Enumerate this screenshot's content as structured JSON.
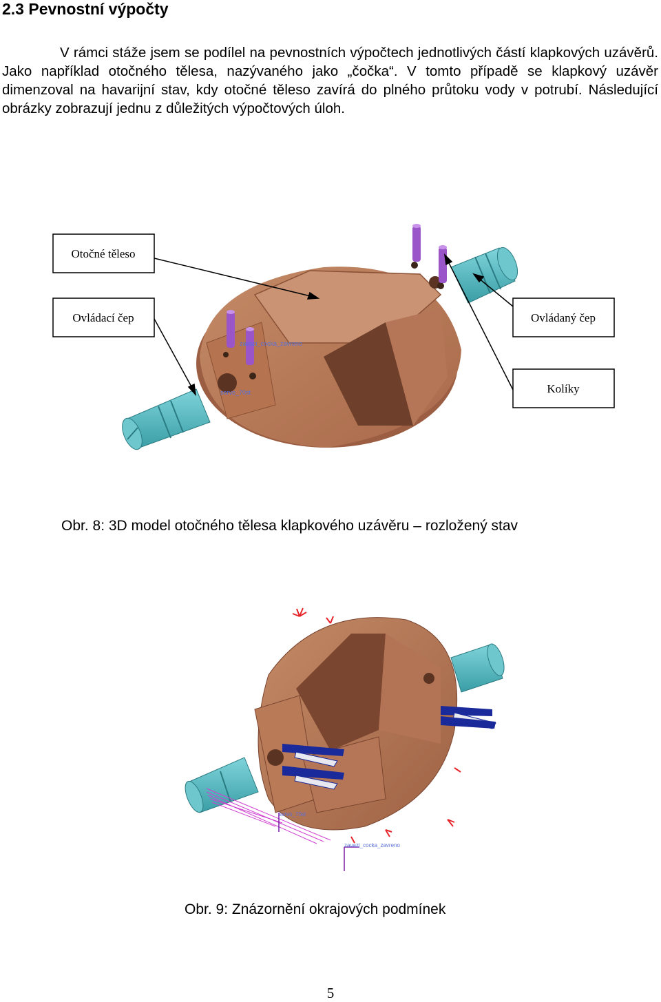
{
  "section": {
    "heading": "2.3 Pevnostní výpočty"
  },
  "body": {
    "paragraph": "V rámci stáže jsem se podílel na pevnostních výpočtech jednotlivých částí klapkových uzávěrů. Jako například otočného tělesa, nazývaného jako „čočka“. V tomto případě se klapkový uzávěr dimenzoval na havarijní stav, kdy otočné těleso zavírá do plného průtoku vody v potrubí. Následující obrázky zobrazují jednu z důležitých výpočtových úloh."
  },
  "figure1": {
    "labels": {
      "body": "Otočné těleso",
      "control_pin": "Ovládací čep",
      "driven_pin": "Ovládaný čep",
      "pins": "Kolíky"
    },
    "model_tags": {
      "t1": "zavazi_cocka_zavreno",
      "t2": "servo_70st"
    },
    "caption": "Obr. 8: 3D model otočného tělesa klapkového uzávěru – rozložený stav"
  },
  "figure2": {
    "model_tags": {
      "t1": "servo_70st",
      "t2": "zavazi_cocka_zavreno"
    },
    "caption": "Obr. 9: Znázornění okrajových podmínek"
  },
  "page": {
    "number": "5"
  },
  "colors": {
    "body": "#b9795a",
    "shaft": "#4fb8c0",
    "pin": "#9a55c8",
    "constraint": "#1a2a9a",
    "force": "#e8242a"
  }
}
